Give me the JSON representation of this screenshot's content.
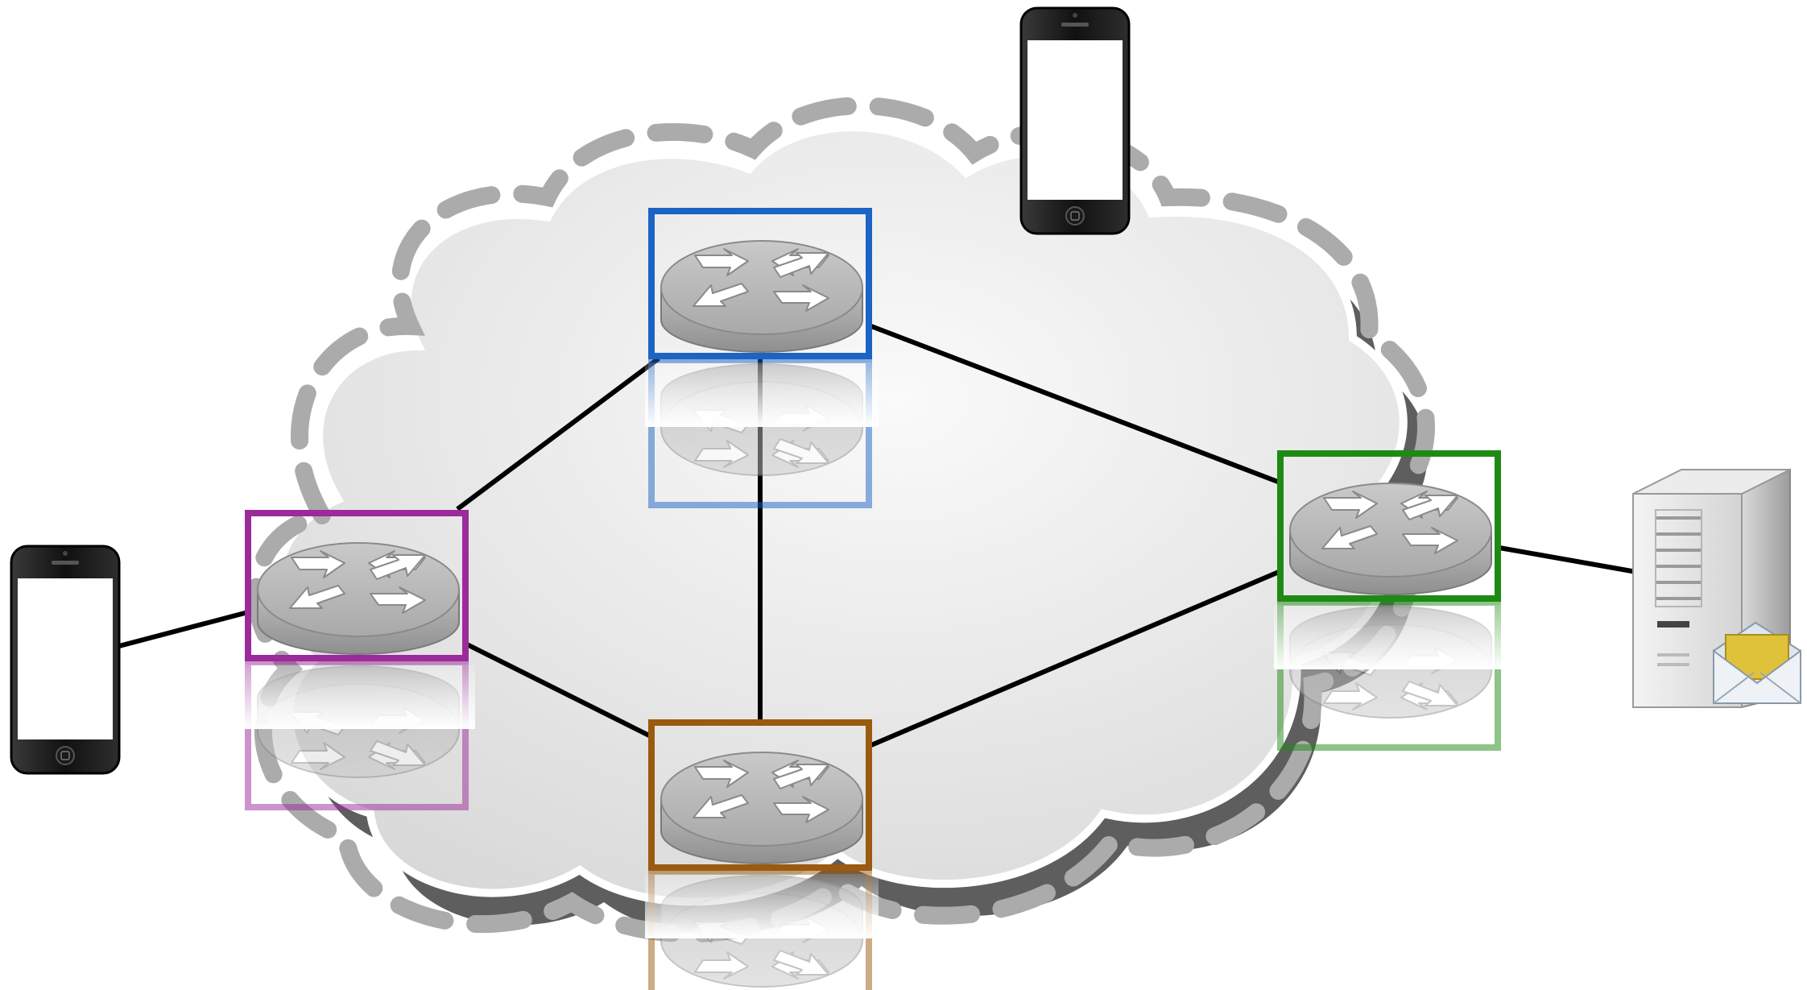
{
  "diagram": {
    "nodes": [
      {
        "id": "phone-left",
        "kind": "smartphone",
        "icon": "smartphone-icon"
      },
      {
        "id": "phone-top",
        "kind": "smartphone",
        "icon": "smartphone-icon"
      },
      {
        "id": "router-purple",
        "kind": "router",
        "icon": "router-icon",
        "frame_color": "#9b2a9b"
      },
      {
        "id": "router-blue",
        "kind": "router",
        "icon": "router-icon",
        "frame_color": "#1b63c4"
      },
      {
        "id": "router-brown",
        "kind": "router",
        "icon": "router-icon",
        "frame_color": "#9a5a10"
      },
      {
        "id": "router-green",
        "kind": "router",
        "icon": "router-icon",
        "frame_color": "#1e8a14"
      },
      {
        "id": "mail-server",
        "kind": "server",
        "icon": "mail-server-icon"
      }
    ],
    "links": [
      [
        "phone-left",
        "router-purple"
      ],
      [
        "router-purple",
        "router-blue"
      ],
      [
        "router-purple",
        "router-brown"
      ],
      [
        "router-blue",
        "router-brown"
      ],
      [
        "router-blue",
        "router-green"
      ],
      [
        "router-brown",
        "router-green"
      ],
      [
        "router-green",
        "mail-server"
      ]
    ],
    "colors": {
      "cloud_fill": "#e4e4e4",
      "cloud_shadow": "#5e5e5e",
      "cloud_dash": "#ababab",
      "link": "#000000",
      "envelope": "#e0c23a"
    }
  }
}
